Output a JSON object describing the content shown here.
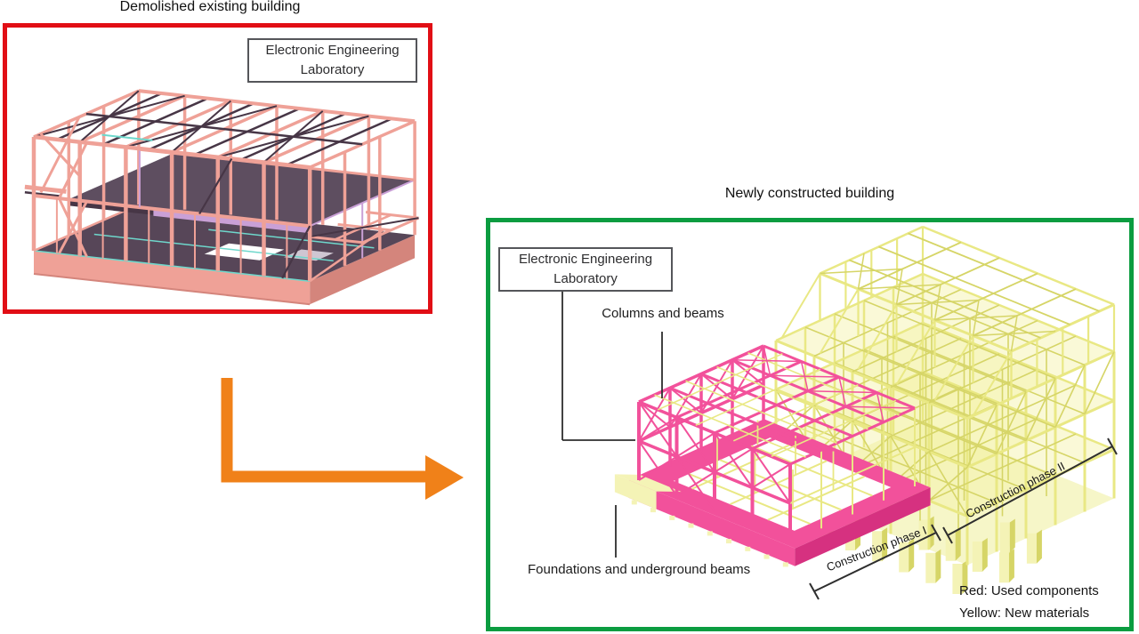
{
  "titles": {
    "left": "Demolished existing building",
    "right": "Newly constructed building"
  },
  "left_panel": {
    "border_color": "#e10e15",
    "label_box": {
      "line1": "Electronic Engineering",
      "line2": "Laboratory"
    }
  },
  "right_panel": {
    "border_color": "#0b9c40",
    "label_box": {
      "line1": "Electronic Engineering",
      "line2": "Laboratory"
    },
    "annotations": {
      "columns_beams": "Columns and beams",
      "foundations": "Foundations and underground beams",
      "phase1": "Construction phase I",
      "phase2": "Construction phase II"
    },
    "legend": {
      "red": "Red: Used components",
      "yellow": "Yellow: New materials"
    }
  },
  "arrow": {
    "color": "#f08119"
  },
  "model_colors": {
    "salmon": "#efa197",
    "salmon_dark": "#d4857c",
    "dark_brace": "#473646",
    "slab_dark": "#574658",
    "slab_mid": "#5e4e60",
    "lavender": "#c9a0d6",
    "cyan": "#6ed8cc",
    "pink_main": "#f2519b",
    "pink_dark": "#d63180",
    "yellow_main": "#e9e884",
    "yellow_dark": "#d6d567",
    "yellow_slab": "#f4f3b6",
    "leader": "#2e2e2e"
  }
}
